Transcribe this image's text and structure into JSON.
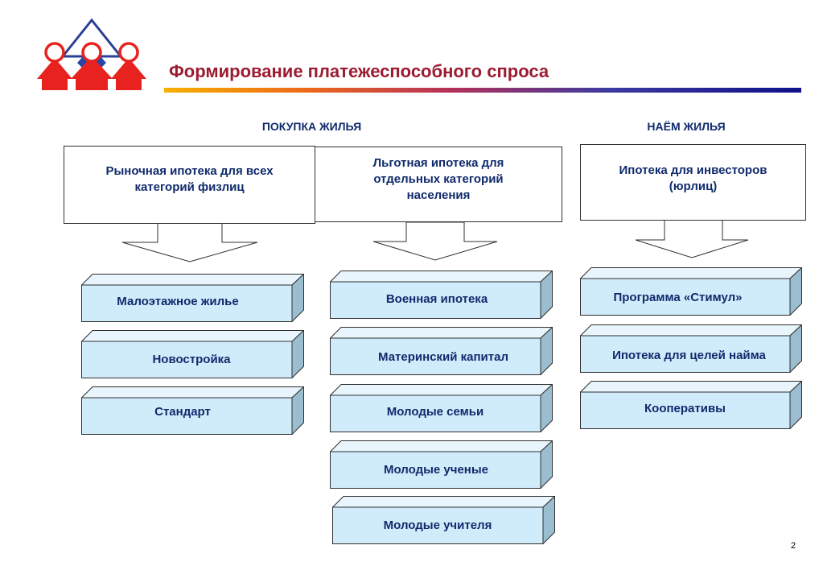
{
  "title": "Формирование платежеспособного спроса",
  "colors": {
    "title": "#9b1b30",
    "text": "#102a6c",
    "box_fill": "#d0ecfa"
  },
  "sections": {
    "purchase": "ПОКУПКА ЖИЛЬЯ",
    "rent": "НАЁМ ЖИЛЬЯ"
  },
  "categories": {
    "market": [
      "Рыночная ипотека для всех",
      "категорий физлиц"
    ],
    "preferential": [
      "Льготная ипотека для",
      "отдельных категорий",
      "населения"
    ],
    "investor": [
      "Ипотека для инвесторов",
      "(юрлиц)"
    ]
  },
  "programs": {
    "market": [
      "Малоэтажное жилье",
      "Новостройка",
      "Стандарт"
    ],
    "preferential": [
      "Военная ипотека",
      "Материнский капитал",
      "Молодые семьи",
      "Молодые ученые",
      "Молодые учителя"
    ],
    "investor": [
      "Программа «Стимул»",
      "Ипотека для целей найма",
      "Кооперативы"
    ]
  },
  "page_number": "2"
}
